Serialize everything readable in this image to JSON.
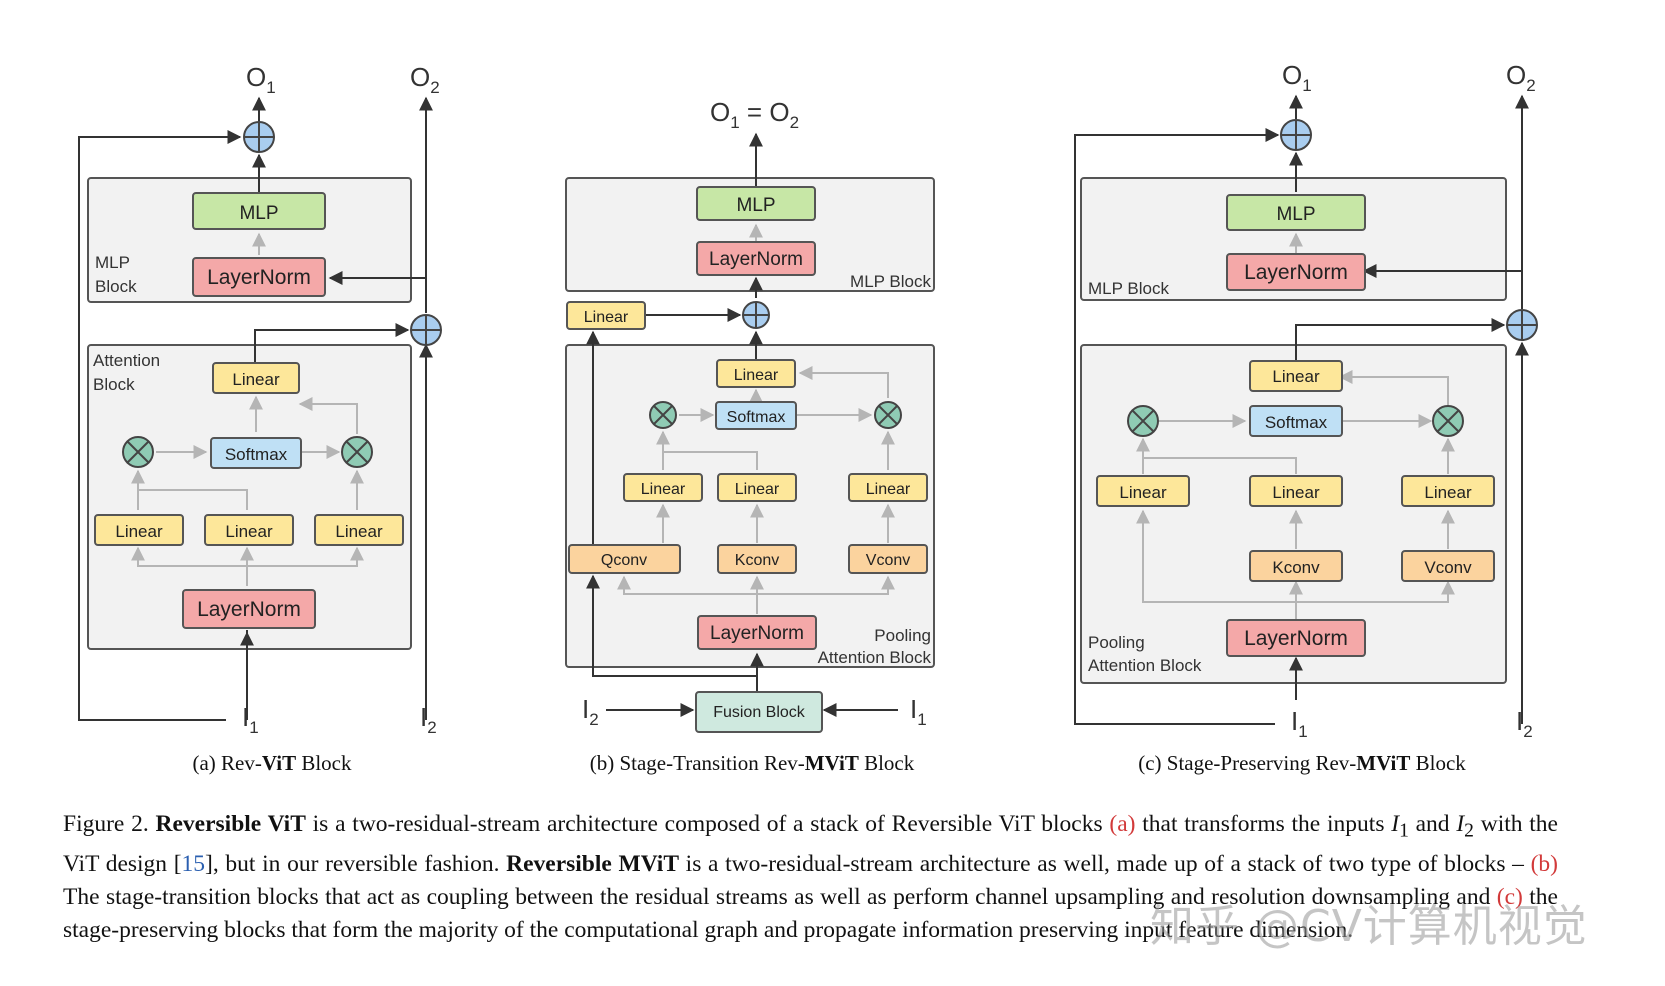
{
  "diagram_a": {
    "out1": "O",
    "out1_sub": "1",
    "out2": "O",
    "out2_sub": "2",
    "in1": "I",
    "in1_sub": "1",
    "in2": "I",
    "in2_sub": "2",
    "mlp_block_label_1": "MLP",
    "mlp_block_label_2": "Block",
    "attn_block_label_1": "Attention",
    "attn_block_label_2": "Block",
    "mlp": "MLP",
    "layernorm_mlp": "LayerNorm",
    "linear_top": "Linear",
    "softmax": "Softmax",
    "linear_q": "Linear",
    "linear_k": "Linear",
    "linear_v": "Linear",
    "layernorm_attn": "LayerNorm",
    "caption_prefix": "(a) Rev-",
    "caption_bold": "ViT",
    "caption_suffix": " Block"
  },
  "diagram_b": {
    "out": "O",
    "out_sub1": "1",
    "out_eq": " = O",
    "out_sub2": "2",
    "mlp": "MLP",
    "layernorm_mlp": "LayerNorm",
    "mlp_block_label": "MLP Block",
    "linear_skip": "Linear",
    "linear_top": "Linear",
    "softmax": "Softmax",
    "linear_q": "Linear",
    "linear_k": "Linear",
    "linear_v": "Linear",
    "qconv": "Qconv",
    "kconv": "Kconv",
    "vconv": "Vconv",
    "layernorm_attn": "LayerNorm",
    "pool_label_1": "Pooling",
    "pool_label_2": "Attention Block",
    "fusion": "Fusion Block",
    "in_left": "I",
    "in_left_sub": "2",
    "in_right": "I",
    "in_right_sub": "1",
    "caption_prefix": "(b) Stage-Transition Rev-",
    "caption_bold": "MViT",
    "caption_suffix": " Block"
  },
  "diagram_c": {
    "out1": "O",
    "out1_sub": "1",
    "out2": "O",
    "out2_sub": "2",
    "in1": "I",
    "in1_sub": "1",
    "in2": "I",
    "in2_sub": "2",
    "mlp": "MLP",
    "layernorm_mlp": "LayerNorm",
    "mlp_block_label": "MLP Block",
    "linear_top": "Linear",
    "softmax": "Softmax",
    "linear_q": "Linear",
    "linear_k": "Linear",
    "linear_v": "Linear",
    "kconv": "Kconv",
    "vconv": "Vconv",
    "layernorm_attn": "LayerNorm",
    "pool_label_1": "Pooling",
    "pool_label_2": "Attention Block",
    "caption_prefix": "(c) Stage-Preserving Rev-",
    "caption_bold": "MViT",
    "caption_suffix": " Block"
  },
  "caption": {
    "fig": "Figure 2. ",
    "b1": "Reversible ViT",
    "t1": " is a two-residual-stream architecture composed of a stack of Reversible ViT blocks ",
    "ref_a": "(a)",
    "t2": " that transforms the inputs ",
    "i1": "I",
    "i1_sub": "1",
    "t3": " and ",
    "i2": "I",
    "i2_sub": "2",
    "t4": " with the ViT design [",
    "cite": "15",
    "t5": "], but in our reversible fashion. ",
    "b2": "Reversible MViT",
    "t6": " is a two-residual-stream architecture as well, made up of a stack of two type of blocks – ",
    "ref_b": "(b)",
    "t7": " The stage-transition blocks that act as coupling between the residual streams as well as perform channel upsampling and resolution downsampling and ",
    "ref_c": "(c)",
    "t8": " the stage-preserving blocks that form the majority of the computational graph and propagate information preserving input feature dimension."
  },
  "watermark": "知乎 @CV计算机视觉",
  "colors": {
    "mlp_fill": "#c7e7a6",
    "mlp_stroke": "#666",
    "layernorm_fill": "#f4a8a8",
    "linear_fill": "#fde79a",
    "softmax_fill": "#bfe0f5",
    "conv_fill": "#fbd39e",
    "fusion_fill": "#cfe9df",
    "block_fill": "#f2f2f2",
    "plus_fill": "#a9cdef",
    "times_fill": "#8fcbb4"
  }
}
